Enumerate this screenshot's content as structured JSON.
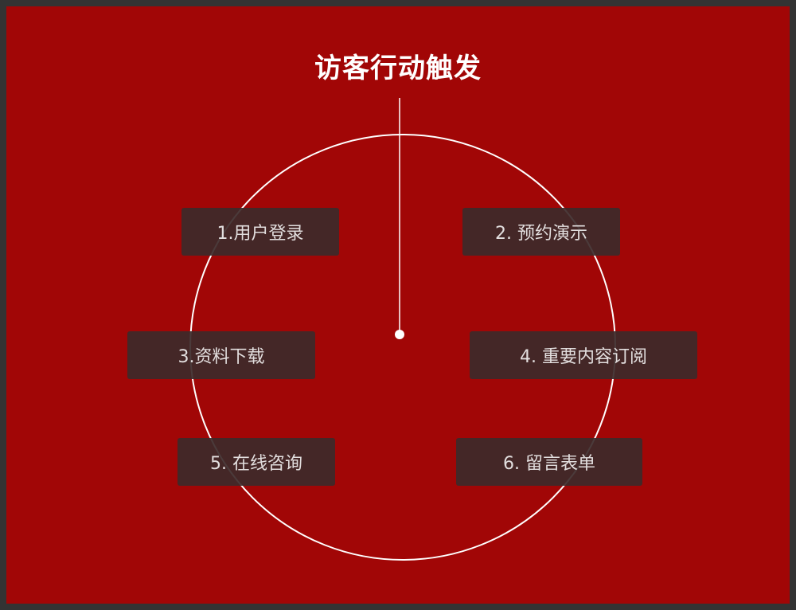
{
  "title": "访客行动触发",
  "colors": {
    "background": "#A10606",
    "outer_border": "#333333",
    "box_fill": "#3C2A2A",
    "text": "#FFFFFF",
    "line": "#FFFFFF"
  },
  "nodes": [
    {
      "label": "1.用户登录"
    },
    {
      "label": "2. 预约演示"
    },
    {
      "label": "3.资料下载"
    },
    {
      "label": "4. 重要内容订阅"
    },
    {
      "label": "5. 在线咨询"
    },
    {
      "label": "6. 留言表单"
    }
  ]
}
